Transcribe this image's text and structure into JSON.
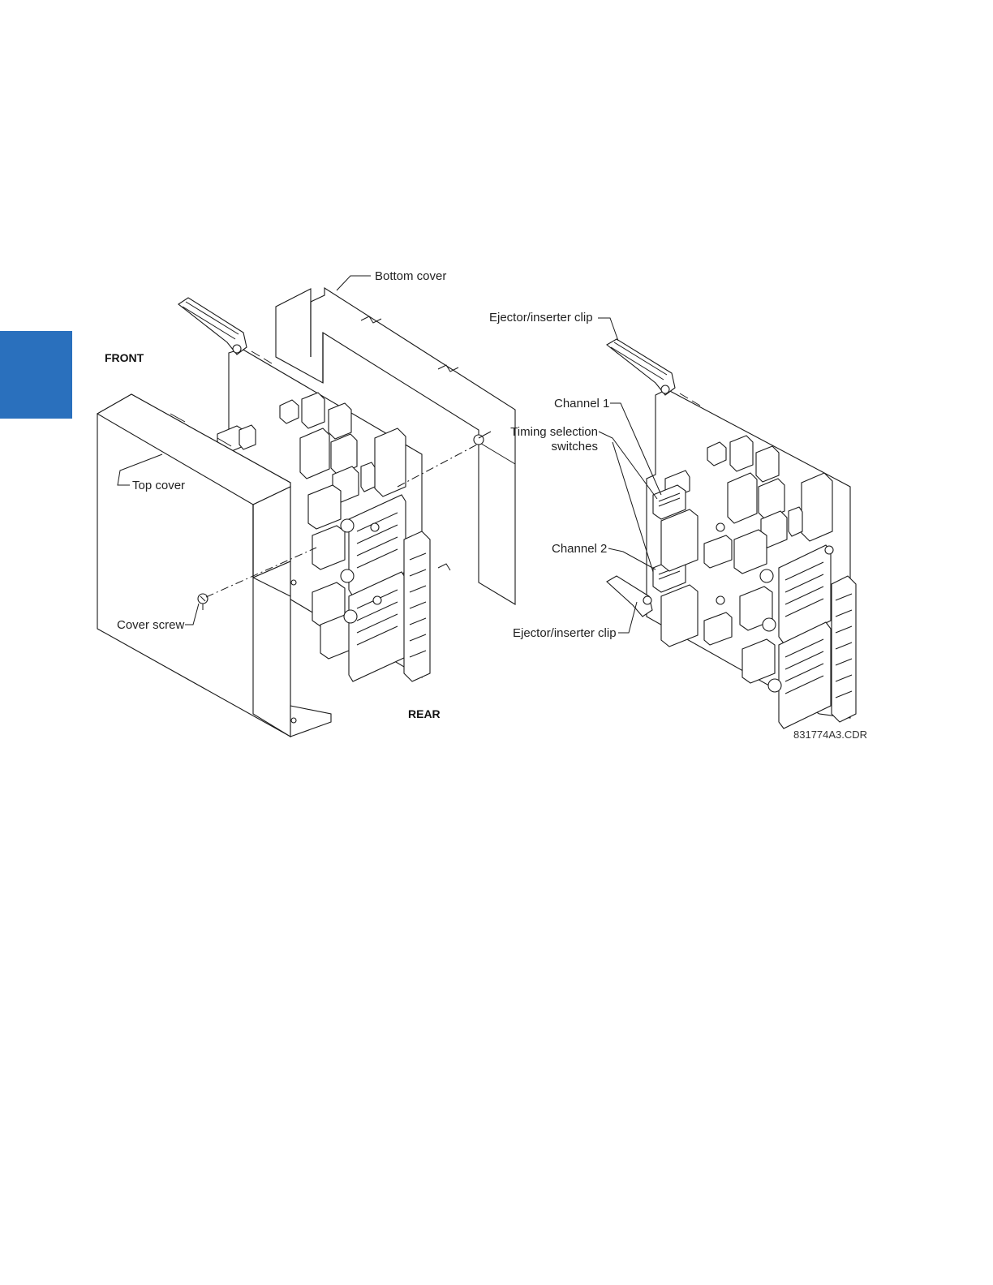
{
  "side_tab_color": "#2a70bd",
  "labels": {
    "front": "FRONT",
    "rear": "REAR",
    "bottom_cover": "Bottom cover",
    "top_cover": "Top cover",
    "cover_screw": "Cover screw",
    "ejector_clip_top": "Ejector/inserter clip",
    "ejector_clip_bottom": "Ejector/inserter clip",
    "channel_1": "Channel 1",
    "timing_line1": "Timing selection",
    "timing_line2": "switches",
    "channel_2": "Channel 2",
    "drawing_code": "831774A3.CDR"
  }
}
